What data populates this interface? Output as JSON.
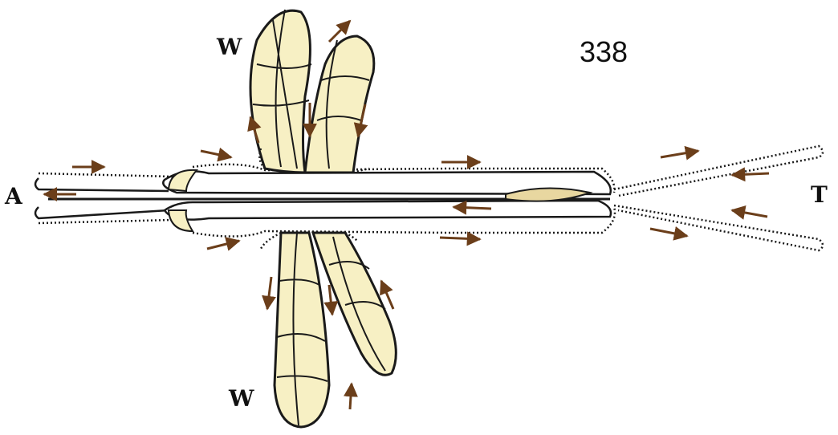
{
  "figure": {
    "number": "338",
    "labels": {
      "left_end": "A",
      "right_end": "T",
      "upper_wing": "W",
      "lower_wing": "W"
    }
  },
  "colors": {
    "ink": "#1a1a1a",
    "fill": "#f7f0c4",
    "arrow": "#8a5a2b",
    "paper": "#ffffff"
  },
  "icons": [
    "arrow-right-icon",
    "arrow-left-icon",
    "arrow-up-icon",
    "arrow-down-icon"
  ]
}
